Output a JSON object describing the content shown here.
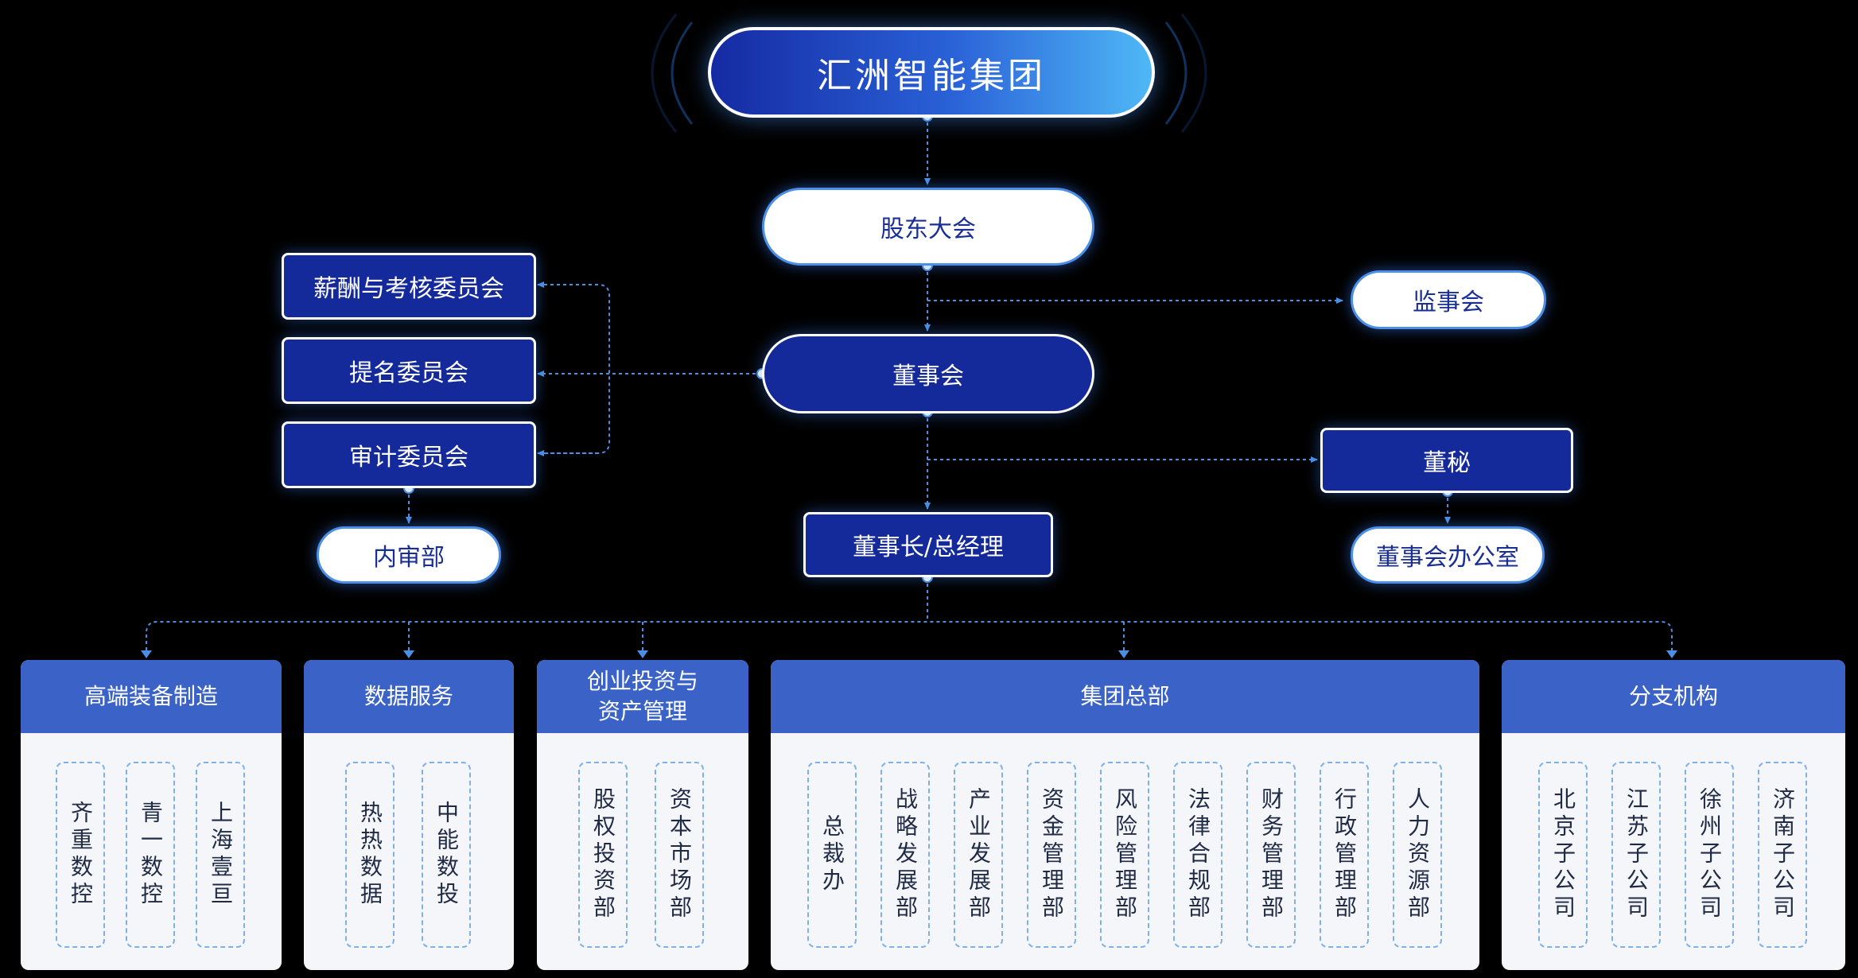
{
  "title": "汇洲智能集团",
  "nodes": {
    "shareholders": "股东大会",
    "supervisors": "监事会",
    "board": "董事会",
    "committee_pay": "薪酬与考核委员会",
    "committee_nom": "提名委员会",
    "committee_audit": "审计委员会",
    "internal_audit": "内审部",
    "secretary": "董秘",
    "board_office": "董事会办公室",
    "chairman": "董事长/总经理"
  },
  "divisions": [
    {
      "name": "高端装备制造",
      "items": [
        "齐重数控",
        "青一数控",
        "上海壹亘"
      ]
    },
    {
      "name": "数据服务",
      "items": [
        "热热数据",
        "中能数投"
      ]
    },
    {
      "name": "创业投资与\n资产管理",
      "items": [
        "股权投资部",
        "资本市场部"
      ]
    },
    {
      "name": "集团总部",
      "items": [
        "总裁办",
        "战略发展部",
        "产业发展部",
        "资金管理部",
        "风险管理部",
        "法律合规部",
        "财务管理部",
        "行政管理部",
        "人力资源部"
      ]
    },
    {
      "name": "分支机构",
      "items": [
        "北京子公司",
        "江苏子公司",
        "徐州子公司",
        "济南子公司"
      ]
    }
  ],
  "colors": {
    "dark_blue": "#14299a",
    "panel_header": "#3b63c7",
    "connector": "#4a90e2"
  }
}
